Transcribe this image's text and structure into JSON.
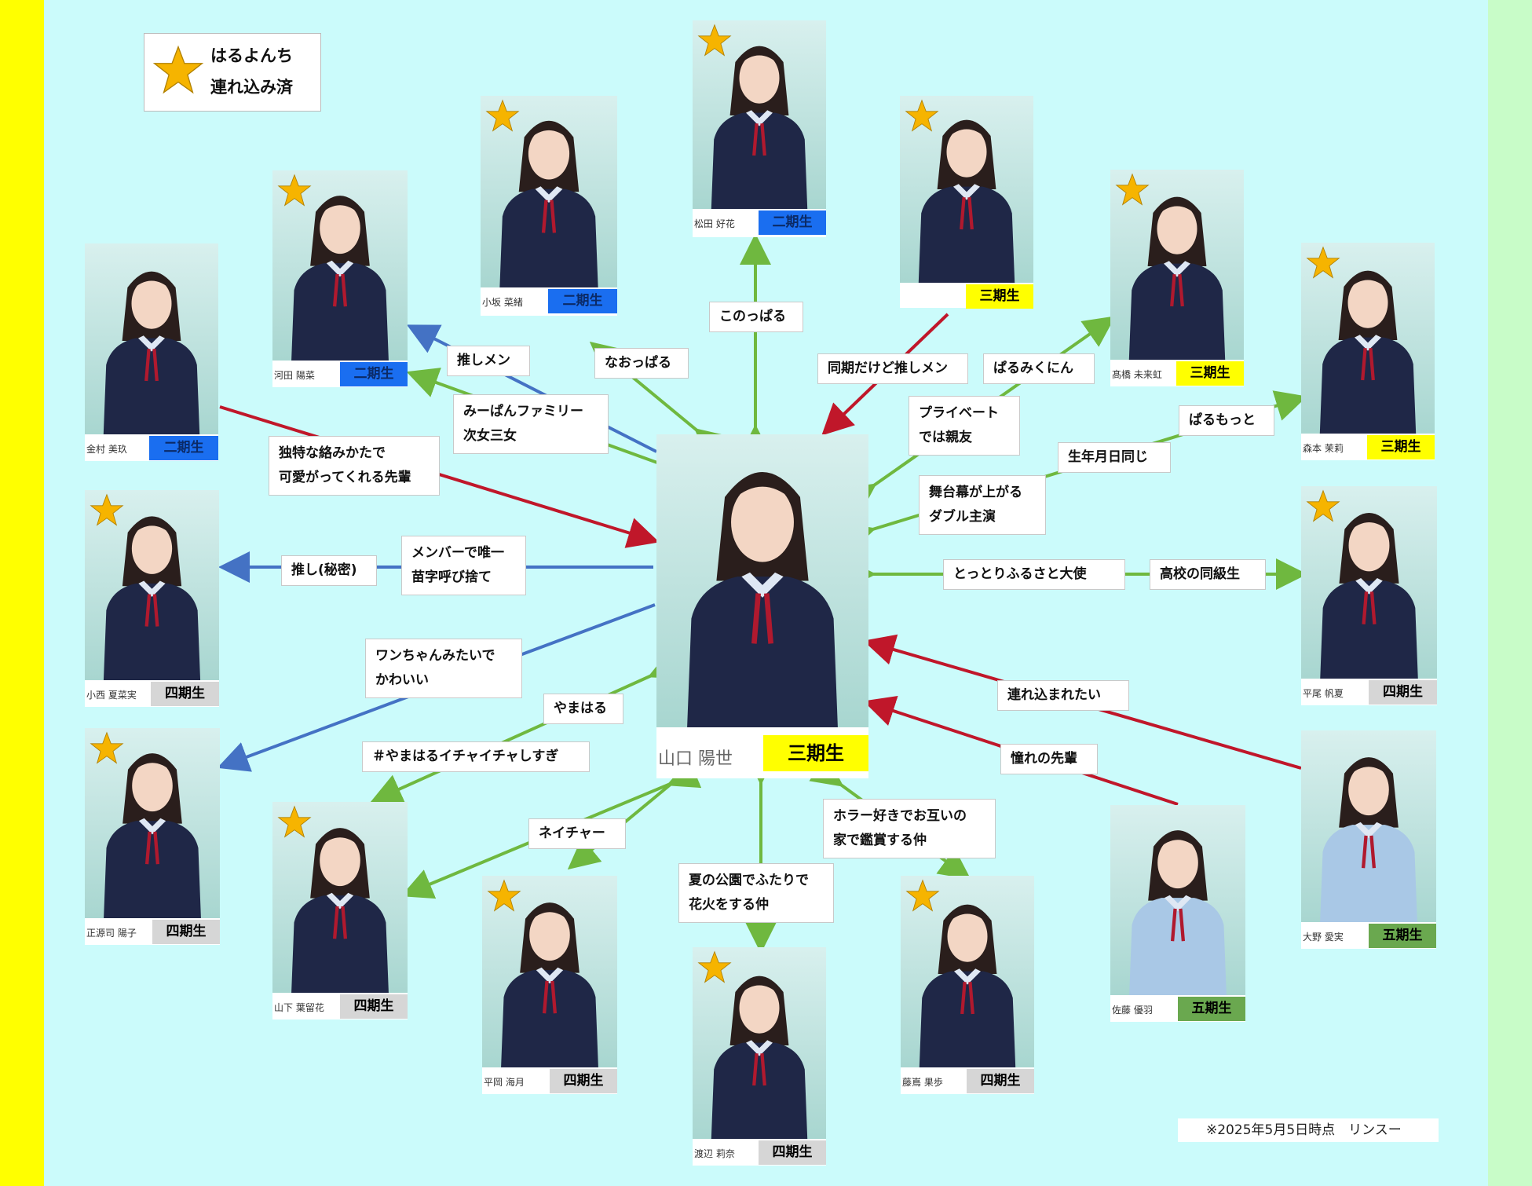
{
  "colors": {
    "background": "#cbfbfb",
    "stripe_left": "#ffff00",
    "stripe_right": "#c8fcc8",
    "arrow_green": "#6fb83f",
    "arrow_red": "#c0172a",
    "arrow_blue": "#4472c4",
    "badge_gen2": "#1a6ef0",
    "badge_gen3": "#ffff00",
    "badge_gen4": "#d6d6d6",
    "badge_gen5": "#6aa84f",
    "star": "#f6b400"
  },
  "legend": {
    "line1": "はるよんち",
    "line2": "連れ込み済",
    "icon": "star-icon"
  },
  "date_note": "※2025年5月5日時点　リンスー",
  "members": {
    "center": {
      "name": "山口 陽世",
      "gen": "三期生",
      "star": false
    },
    "matsuda": {
      "name": "松田 好花",
      "gen": "二期生",
      "star": true
    },
    "kosaka": {
      "name": "小坂 菜緒",
      "gen": "二期生",
      "star": true
    },
    "kawata": {
      "name": "河田 陽菜",
      "gen": "二期生",
      "star": true
    },
    "kanemura": {
      "name": "金村 美玖",
      "gen": "二期生",
      "star": false
    },
    "kami_mura": {
      "name": "",
      "gen": "三期生",
      "star": true
    },
    "takahashi": {
      "name": "髙橋 未来虹",
      "gen": "三期生",
      "star": true
    },
    "morimoto": {
      "name": "森本 茉莉",
      "gen": "三期生",
      "star": true
    },
    "hirao": {
      "name": "平尾 帆夏",
      "gen": "四期生",
      "star": true
    },
    "ohno": {
      "name": "大野 愛実",
      "gen": "五期生",
      "star": false
    },
    "sato": {
      "name": "佐藤 優羽",
      "gen": "五期生",
      "star": false
    },
    "fujishima": {
      "name": "藤嶌 果歩",
      "gen": "四期生",
      "star": true
    },
    "watanabe": {
      "name": "渡辺 莉奈",
      "gen": "四期生",
      "star": true
    },
    "hiraoka": {
      "name": "平岡 海月",
      "gen": "四期生",
      "star": true
    },
    "yamashita": {
      "name": "山下 葉留花",
      "gen": "四期生",
      "star": true
    },
    "shogenji": {
      "name": "正源司 陽子",
      "gen": "四期生",
      "star": true
    },
    "konishi": {
      "name": "小西 夏菜実",
      "gen": "四期生",
      "star": true
    }
  },
  "labels": {
    "matsuda": "このっぱる",
    "kosaka": "なおっぱる",
    "kawata_1": "推しメン",
    "kawata_2a": "みーぱんファミリー",
    "kawata_2b": "次女三女",
    "kanemura_a": "独特な絡みかたで",
    "kanemura_b": "可愛がってくれる先輩",
    "kamimura": "同期だけど推しメン",
    "takahashi": "ぱるみくにん",
    "private_a": "プライベート",
    "private_b": "では親友",
    "morimoto_1": "ぱるもっと",
    "morimoto_2": "生年月日同じ",
    "stage_a": "舞台幕が上がる",
    "stage_b": "ダブル主演",
    "konishi_1": "推し(秘密)",
    "konishi_2a": "メンバーで唯一",
    "konishi_2b": "苗字呼び捨て",
    "hirao_1": "とっとりふるさと大使",
    "hirao_2": "高校の同級生",
    "shogenji_a": "ワンちゃんみたいで",
    "shogenji_b": "かわいい",
    "yamashita_1": "やまはる",
    "yamashita_2": "＃やまはるイチャイチャしすぎ",
    "hiraoka": "ネイチャー",
    "watanabe_a": "夏の公園でふたりで",
    "watanabe_b": "花火をする仲",
    "fujishima_a": "ホラー好きでお互いの",
    "fujishima_b": "家で鑑賞する仲",
    "ohno": "連れ込まれたい",
    "sato": "憧れの先輩"
  }
}
